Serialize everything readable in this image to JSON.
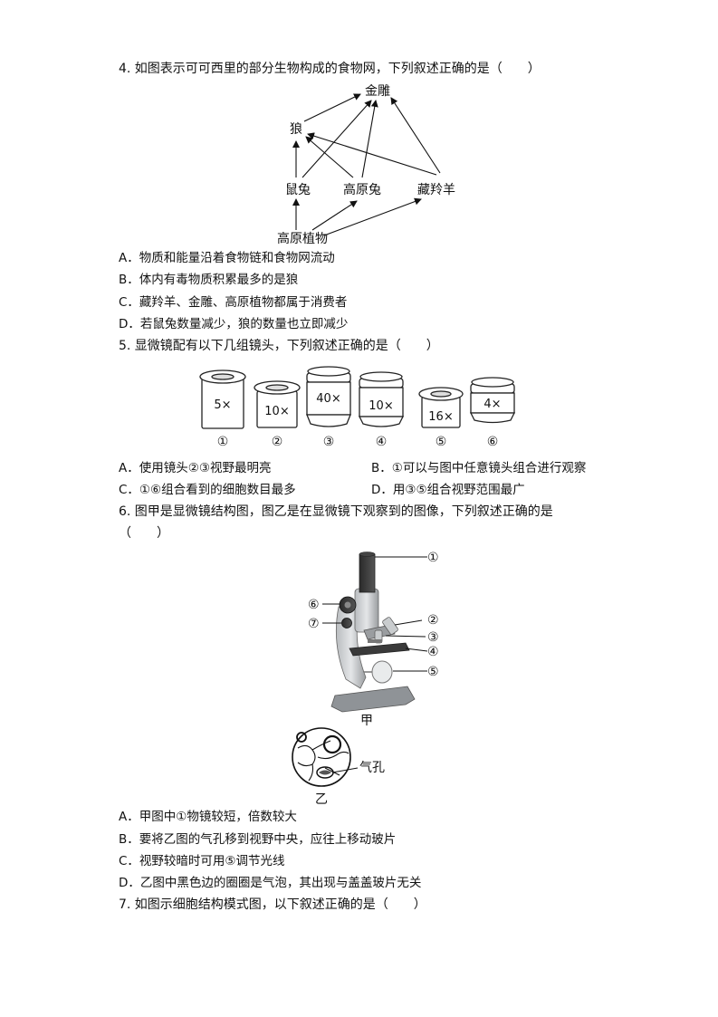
{
  "q4": {
    "stem": "4. 如图表示可可西里的部分生物构成的食物网，下列叙述正确的是（　　）",
    "nodes": {
      "eagle": "金雕",
      "wolf": "狼",
      "mouse_rabbit": "鼠兔",
      "plateau_hare": "高原兔",
      "antelope": "藏羚羊",
      "plants": "高原植物"
    },
    "options": [
      "A．物质和能量沿着食物链和食物网流动",
      "B．体内有毒物质积累最多的是狼",
      "C．藏羚羊、金雕、高原植物都属于消费者",
      "D．若鼠兔数量减少，狼的数量也立即减少"
    ]
  },
  "q5": {
    "stem": "5. 显微镜配有以下几组镜头，下列叙述正确的是（　　）",
    "lenses": [
      {
        "mag": "5×",
        "num": "①"
      },
      {
        "mag": "10×",
        "num": "②"
      },
      {
        "mag": "40×",
        "num": "③"
      },
      {
        "mag": "10×",
        "num": "④"
      },
      {
        "mag": "16×",
        "num": "⑤"
      },
      {
        "mag": "4×",
        "num": "⑥"
      }
    ],
    "options": [
      "A．使用镜头②③视野最明亮",
      "B．①可以与图中任意镜头组合进行观察",
      "C．①⑥组合看到的细胞数目最多",
      "D．用③⑤组合视野范围最广"
    ]
  },
  "q6": {
    "stem_line1": "6. 图甲是显微镜结构图，图乙是在显微镜下观察到的图像，下列叙述正确的是",
    "stem_line2": "（　　）",
    "callouts": [
      "①",
      "②",
      "③",
      "④",
      "⑤",
      "⑥",
      "⑦"
    ],
    "caption_jia": "甲",
    "caption_yi": "乙",
    "stoma_label": "气孔",
    "options": [
      "A．甲图中①物镜较短，倍数较大",
      "B．要将乙图的气孔移到视野中央，应往上移动玻片",
      "C．视野较暗时可用⑤调节光线",
      "D．乙图中黑色边的圈圈是气泡，其出现与盖盖玻片无关"
    ]
  },
  "q7": {
    "stem": "7. 如图示细胞结构模式图，以下叙述正确的是（　　）"
  }
}
